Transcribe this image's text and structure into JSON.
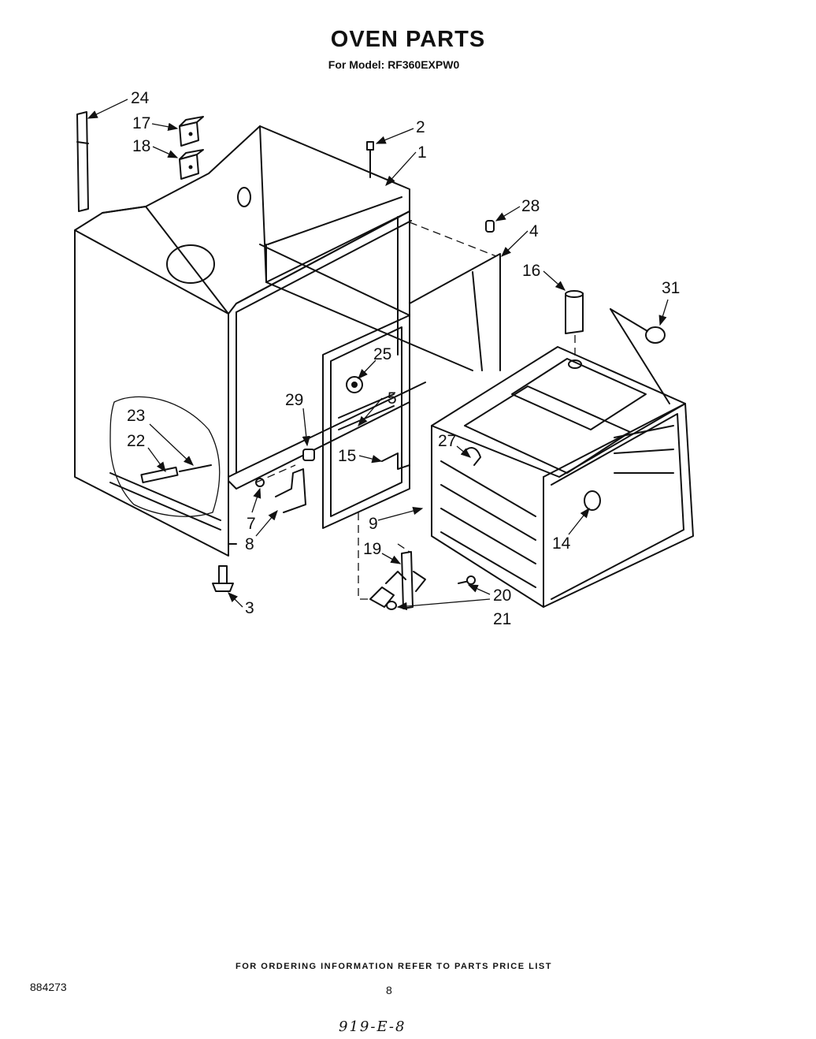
{
  "header": {
    "title": "OVEN PARTS",
    "subtitle": "For Model: RF360EXPW0"
  },
  "callouts": {
    "c24": "24",
    "c17": "17",
    "c18": "18",
    "c2": "2",
    "c1": "1",
    "c28": "28",
    "c4": "4",
    "c16": "16",
    "c31": "31",
    "c25": "25",
    "c29": "29",
    "c5": "5",
    "c23": "23",
    "c22": "22",
    "c27": "27",
    "c15": "15",
    "c7": "7",
    "c8": "8",
    "c9": "9",
    "c14": "14",
    "c19": "19",
    "c20": "20",
    "c21": "21",
    "c3": "3"
  },
  "footer": {
    "ordering_note": "FOR ORDERING INFORMATION REFER TO PARTS PRICE LIST",
    "doc_number": "884273",
    "page_number": "8",
    "handwritten_note": "919-E-8"
  }
}
